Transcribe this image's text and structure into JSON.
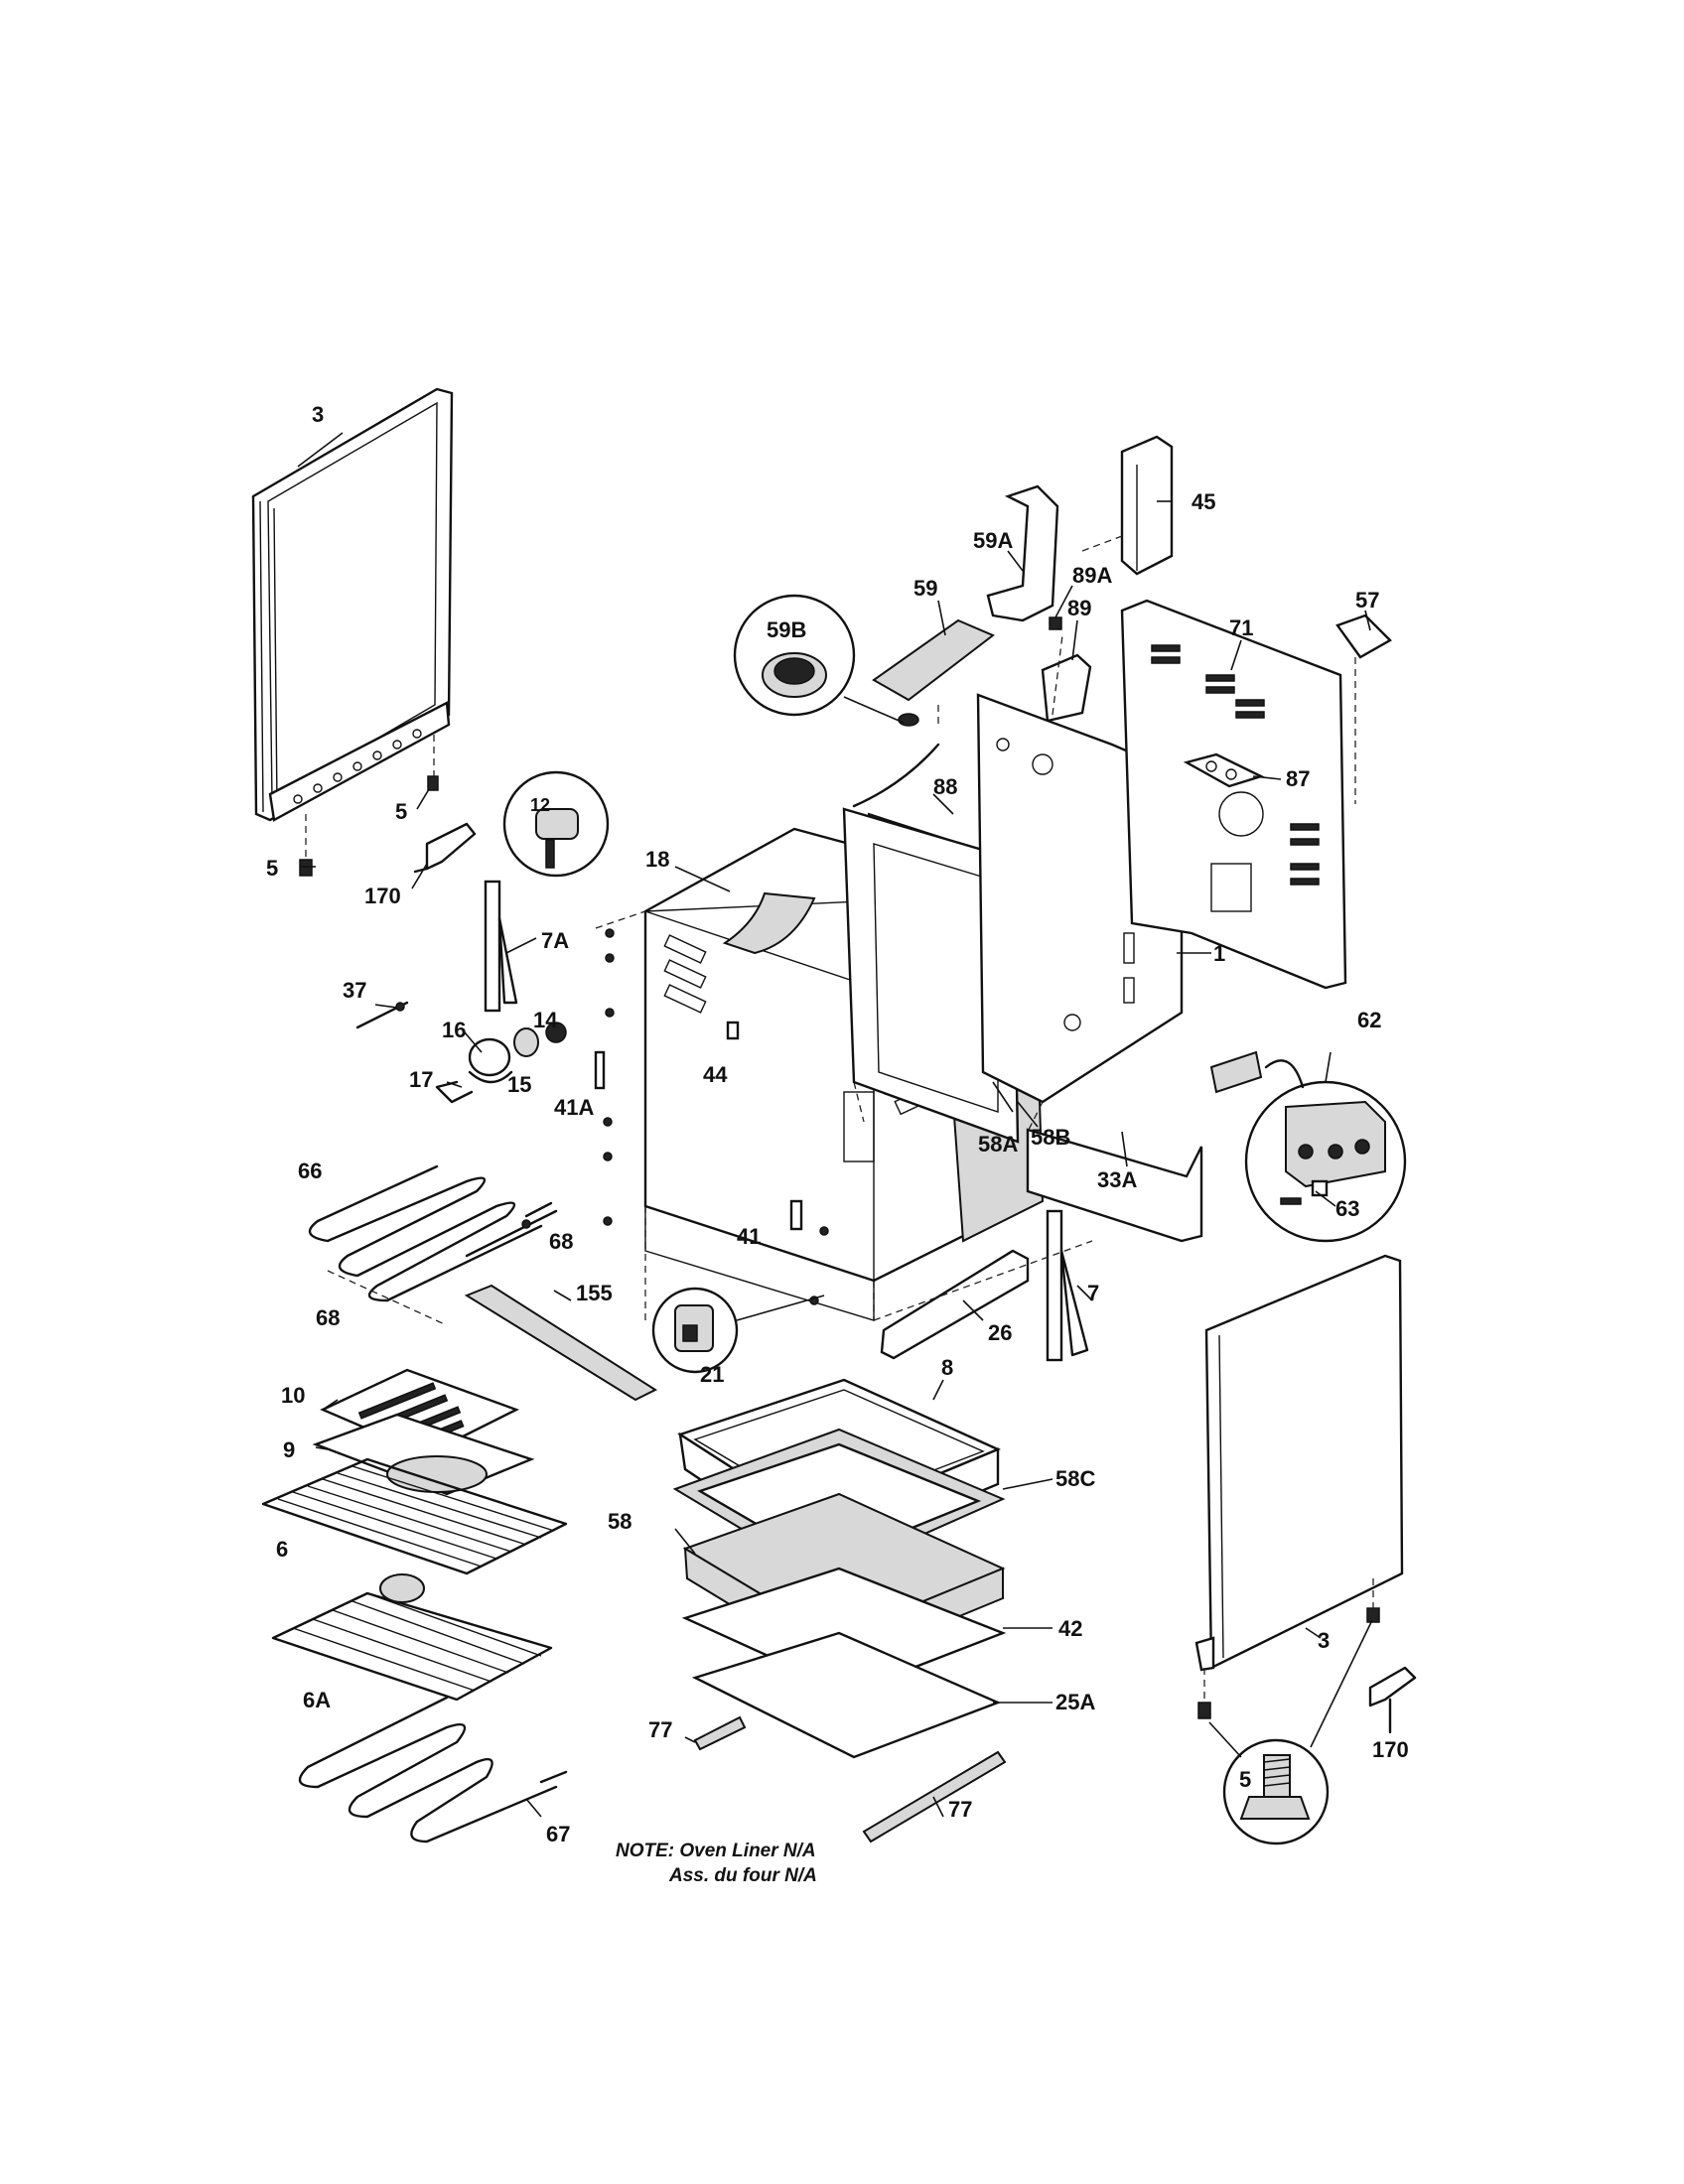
{
  "callouts": {
    "c3_top": "3",
    "c5_a": "5",
    "c5_b": "5",
    "c170_left": "170",
    "c12": "12",
    "c18": "18",
    "c7A": "7A",
    "c37": "37",
    "c14": "14",
    "c16": "16",
    "c17": "17",
    "c15": "15",
    "c41A": "41A",
    "c44": "44",
    "c45": "45",
    "c59A": "59A",
    "c89A": "89A",
    "c59": "59",
    "c59B": "59B",
    "c89": "89",
    "c57": "57",
    "c71": "71",
    "c87": "87",
    "c88": "88",
    "c1": "1",
    "c62": "62",
    "c58A": "58A",
    "c58B": "58B",
    "c33A": "33A",
    "c63": "63",
    "c66": "66",
    "c68_a": "68",
    "c68_b": "68",
    "c41": "41",
    "c21": "21",
    "c155": "155",
    "c26": "26",
    "c7": "7",
    "c8": "8",
    "c10": "10",
    "c9": "9",
    "c58C": "58C",
    "c6": "6",
    "c58": "58",
    "c42": "42",
    "c3_bottom": "3",
    "c6A": "6A",
    "c25A": "25A",
    "c77_a": "77",
    "c77_b": "77",
    "c170_right": "170",
    "c5_detail": "5",
    "c67": "67"
  },
  "note": {
    "line1": "NOTE: Oven Liner N/A",
    "line2": "Ass. du four N/A"
  }
}
